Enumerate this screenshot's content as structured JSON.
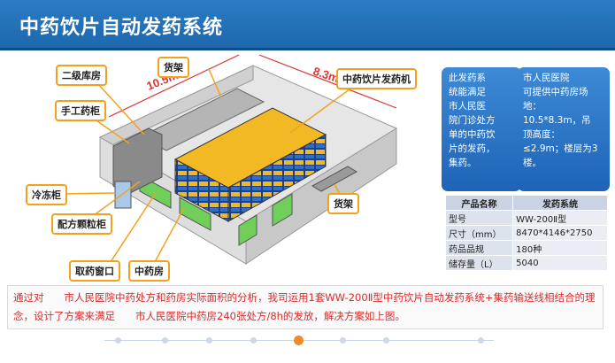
{
  "header": {
    "title": "中药饮片自动发药系统"
  },
  "diagram": {
    "dimensions": {
      "length": "10.5m",
      "width": "8.3m"
    },
    "labels": {
      "secondary_storage": "二级库房",
      "shelf_top": "货架",
      "manual_cabinet": "手工药柜",
      "dispensing_machine": "中药饮片发药机",
      "freezer": "冷冻柜",
      "granule_cabinet": "配方颗粒柜",
      "shelf_right": "货架",
      "pickup_window": "取药窗口",
      "pharmacy": "中药房"
    }
  },
  "info_left": {
    "lines": [
      "此发药系",
      "统能满足",
      "市人民医",
      "院门诊处方",
      "单的中药饮",
      "片的发药，",
      "集药。"
    ]
  },
  "info_right": {
    "lines": [
      "市人民医院",
      "可提供中药房场",
      "地：",
      "10.5*8.3m，吊",
      "顶高度：",
      "≤2.9m；楼层为3",
      "楼。"
    ]
  },
  "spec_table": {
    "headers": [
      "产品名称",
      "发药系统"
    ],
    "rows": [
      [
        "型号",
        "WW-200Ⅱ型"
      ],
      [
        "尺寸（mm）",
        "8470*4146*2750"
      ],
      [
        "药品品规",
        "180种"
      ],
      [
        "储存量（L）",
        "5040"
      ]
    ]
  },
  "bottom_text": "通过对　　市人民医院中药处方和药房实际面积的分析，我司运用1套WW-200Ⅱ型中药饮片自动发药系统+集药输送线相结合的理念，设计了方案来满足　　市人民医院中药房240张处方/8h的发放，解决方案如上图。",
  "colors": {
    "header": "#1e67ad",
    "accent": "#f2a11f",
    "box": "#2a72c2",
    "red_text": "#d92c2c",
    "active_dot": "#f08a2b"
  }
}
